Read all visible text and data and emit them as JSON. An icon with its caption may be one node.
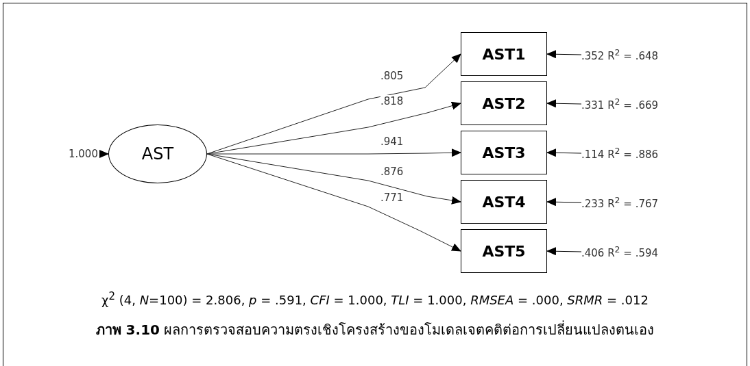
{
  "diagram": {
    "caption": "**ภาพ 3.10** ผลการตรวจสอบความตรงเชิงโครงสร้างของโมเดลเจตคติต่อการเปลี่ยนแปลงตนเอง",
    "nodes": [
      {
        "text": [
          "AST"
        ]
      },
      {
        "text": [
          "AST1"
        ]
      },
      {
        "text": [
          "AST2"
        ]
      },
      {
        "text": [
          "AST3"
        ]
      },
      {
        "text": [
          "AST4"
        ]
      },
      {
        "text": [
          "AST5"
        ]
      },
      {
        "text": [
          "1.000"
        ]
      },
      {
        "text": [
          ".352 R$^{2}$ = .648"
        ]
      },
      {
        "text": [
          ".331 R$^{2}$ = .669"
        ]
      },
      {
        "text": [
          ".114 R$^{2}$ = .886"
        ]
      },
      {
        "text": [
          ".233 R$^{2}$ = .767"
        ]
      },
      {
        "text": [
          ".406 R$^{2}$ = .594"
        ]
      }
    ],
    "edges": [
      {
        "from": 0,
        "to": 1,
        "arrow": "to",
        "label": ".805"
      },
      {
        "from": 0,
        "to": 2,
        "arrow": "to",
        "label": ".818"
      },
      {
        "from": 0,
        "to": 3,
        "arrow": "to",
        "label": ".941"
      },
      {
        "from": 0,
        "to": 4,
        "arrow": "to",
        "label": ".876"
      },
      {
        "from": 0,
        "to": 5,
        "arrow": "to",
        "label": ".771"
      },
      {
        "from": 6,
        "to": 0,
        "arrow": "to"
      },
      {
        "from": 7,
        "to": 1,
        "arrow": "to"
      },
      {
        "from": 8,
        "to": 2,
        "arrow": "to"
      },
      {
        "from": 9,
        "to": 3,
        "arrow": "to"
      },
      {
        "from": 10,
        "to": 4,
        "arrow": "to"
      },
      {
        "from": 11,
        "to": 5,
        "arrow": "to"
      }
    ],
    "labels": [
      "χ$^{2}$ (4, *N*=100) = 2.806, *p* = .591, *CFI* = 1.000, *TLI* = 1.000, *RMSEA* = .000, *SRMR* = .012"
    ]
  }
}
